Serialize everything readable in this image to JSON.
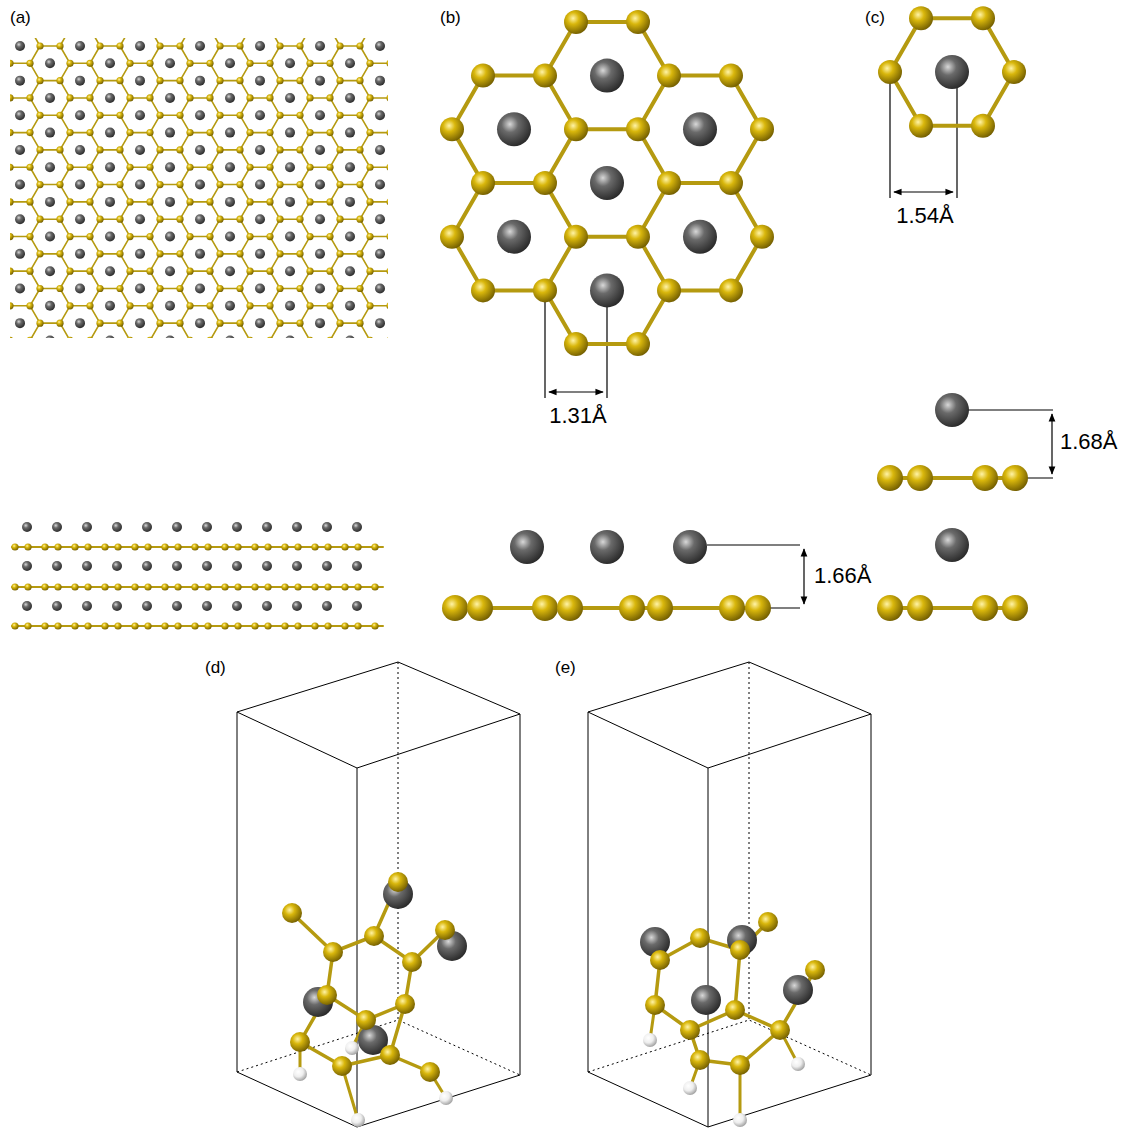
{
  "diagram": {
    "labels": [
      "(a)",
      "(b)",
      "(c)",
      "1.54Å",
      "1.31Å",
      "1.68Å",
      "1.66Å",
      "(d)",
      "(e)"
    ]
  }
}
